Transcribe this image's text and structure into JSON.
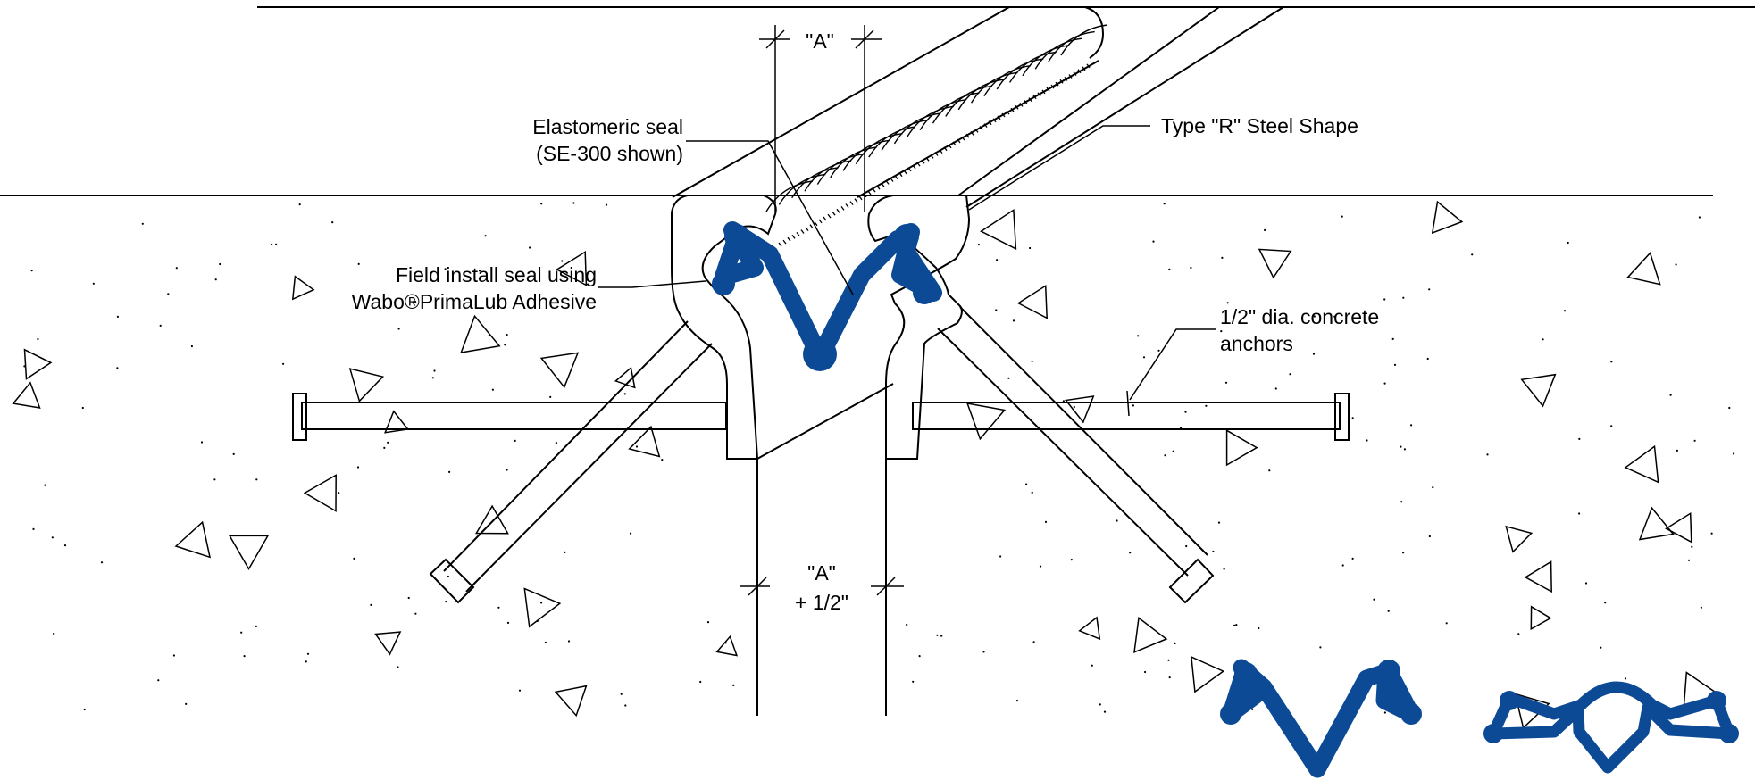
{
  "labels": {
    "dim_top": "\"A\"",
    "dim_bottom_1": "\"A\"",
    "dim_bottom_2": "+ 1/2\"",
    "seal_1": "Elastomeric seal",
    "seal_2": "(SE-300 shown)",
    "steel": "Type \"R\" Steel Shape",
    "install_1": "Field install seal using",
    "install_2": "Wabo®PrimaLub Adhesive",
    "anchors_1": "1/2\" dia. concrete",
    "anchors_2": "anchors"
  },
  "colors": {
    "seal": "#0c4a96",
    "line": "#000000",
    "background": "#ffffff"
  }
}
